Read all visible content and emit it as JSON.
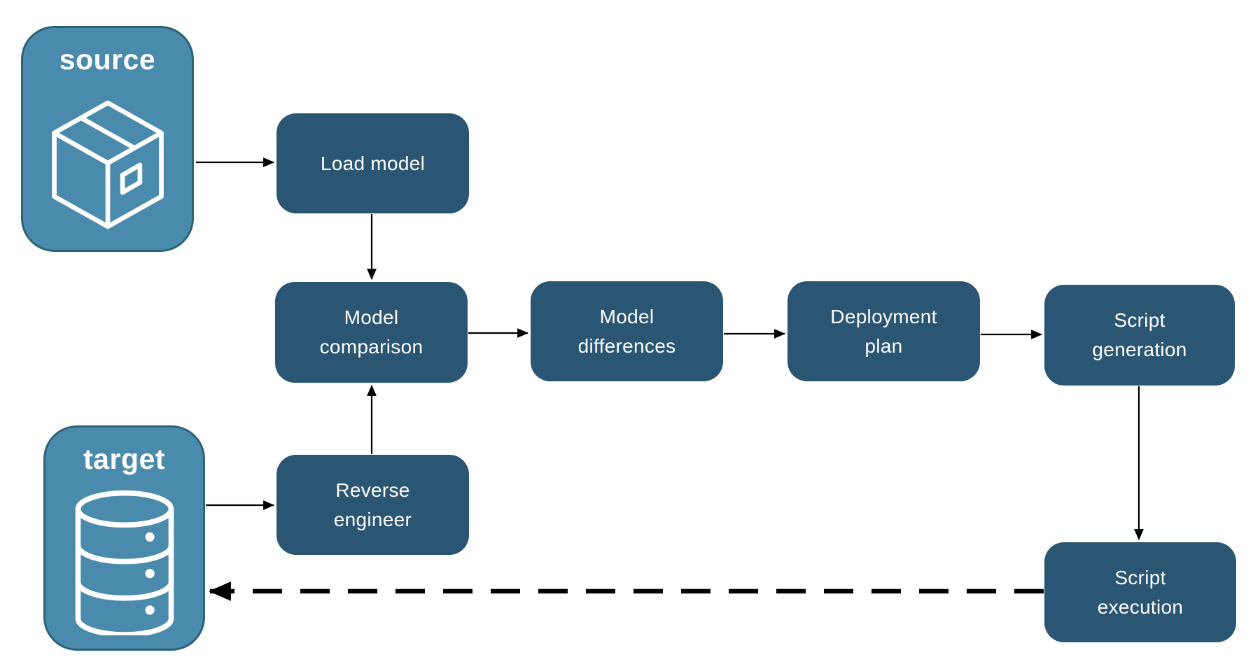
{
  "diagram": {
    "colors": {
      "node_fill": "#2A5573",
      "endpoint_fill": "#4A8BAD",
      "endpoint_border": "#2D6378",
      "arrow": "#000000",
      "text": "#FFFFFF"
    },
    "endpoints": {
      "source": {
        "label": "source",
        "icon": "package-icon"
      },
      "target": {
        "label": "target",
        "icon": "database-icon"
      }
    },
    "nodes": {
      "load_model": {
        "label": "Load model",
        "label_lines": [
          "Load model"
        ]
      },
      "model_comparison": {
        "label": "Model comparison",
        "label_lines": [
          "Model",
          "comparison"
        ]
      },
      "model_differences": {
        "label": "Model differences",
        "label_lines": [
          "Model",
          "differences"
        ]
      },
      "deployment_plan": {
        "label": "Deployment plan",
        "label_lines": [
          "Deployment",
          "plan"
        ]
      },
      "script_generation": {
        "label": "Script generation",
        "label_lines": [
          "Script",
          "generation"
        ]
      },
      "reverse_engineer": {
        "label": "Reverse engineer",
        "label_lines": [
          "Reverse",
          "engineer"
        ]
      },
      "script_execution": {
        "label": "Script execution",
        "label_lines": [
          "Script",
          "execution"
        ]
      }
    },
    "edges": [
      {
        "from": "source",
        "to": "load_model",
        "style": "solid"
      },
      {
        "from": "load_model",
        "to": "model_comparison",
        "style": "solid"
      },
      {
        "from": "model_comparison",
        "to": "model_differences",
        "style": "solid"
      },
      {
        "from": "model_differences",
        "to": "deployment_plan",
        "style": "solid"
      },
      {
        "from": "deployment_plan",
        "to": "script_generation",
        "style": "solid"
      },
      {
        "from": "script_generation",
        "to": "script_execution",
        "style": "solid"
      },
      {
        "from": "target",
        "to": "reverse_engineer",
        "style": "solid"
      },
      {
        "from": "reverse_engineer",
        "to": "model_comparison",
        "style": "solid"
      },
      {
        "from": "script_execution",
        "to": "target",
        "style": "dashed"
      }
    ]
  }
}
